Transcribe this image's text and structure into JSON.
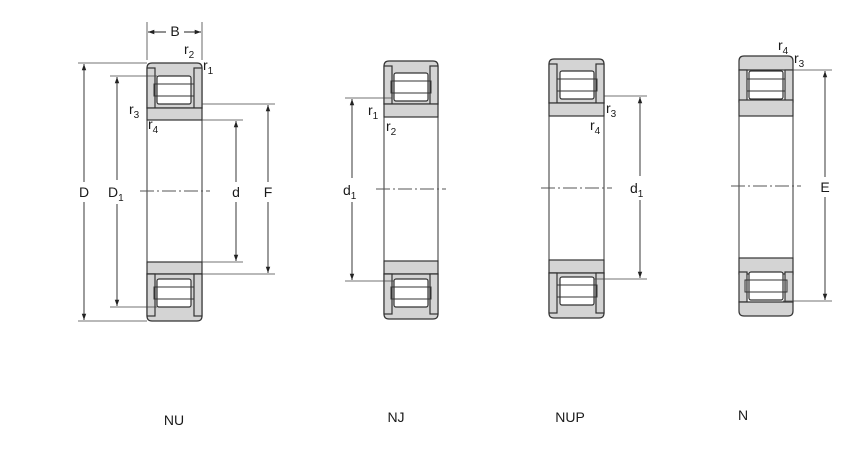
{
  "bearings": [
    {
      "caption": "NU",
      "dims": {
        "B": "B",
        "D": "D",
        "D1_main": "D",
        "D1_sub": "1",
        "d": "d",
        "F": "F",
        "r1_main": "r",
        "r1_sub": "1",
        "r2_main": "r",
        "r2_sub": "2",
        "r3_main": "r",
        "r3_sub": "3",
        "r4_main": "r",
        "r4_sub": "4"
      }
    },
    {
      "caption": "NJ",
      "dims": {
        "d1_main": "d",
        "d1_sub": "1",
        "r1_main": "r",
        "r1_sub": "1",
        "r2_main": "r",
        "r2_sub": "2"
      }
    },
    {
      "caption": "NUP",
      "dims": {
        "d1_main": "d",
        "d1_sub": "1",
        "r3_main": "r",
        "r3_sub": "3",
        "r4_main": "r",
        "r4_sub": "4"
      }
    },
    {
      "caption": "N",
      "dims": {
        "E": "E",
        "r4_main": "r",
        "r4_sub": "4",
        "r3_main": "r",
        "r3_sub": "3"
      }
    }
  ]
}
